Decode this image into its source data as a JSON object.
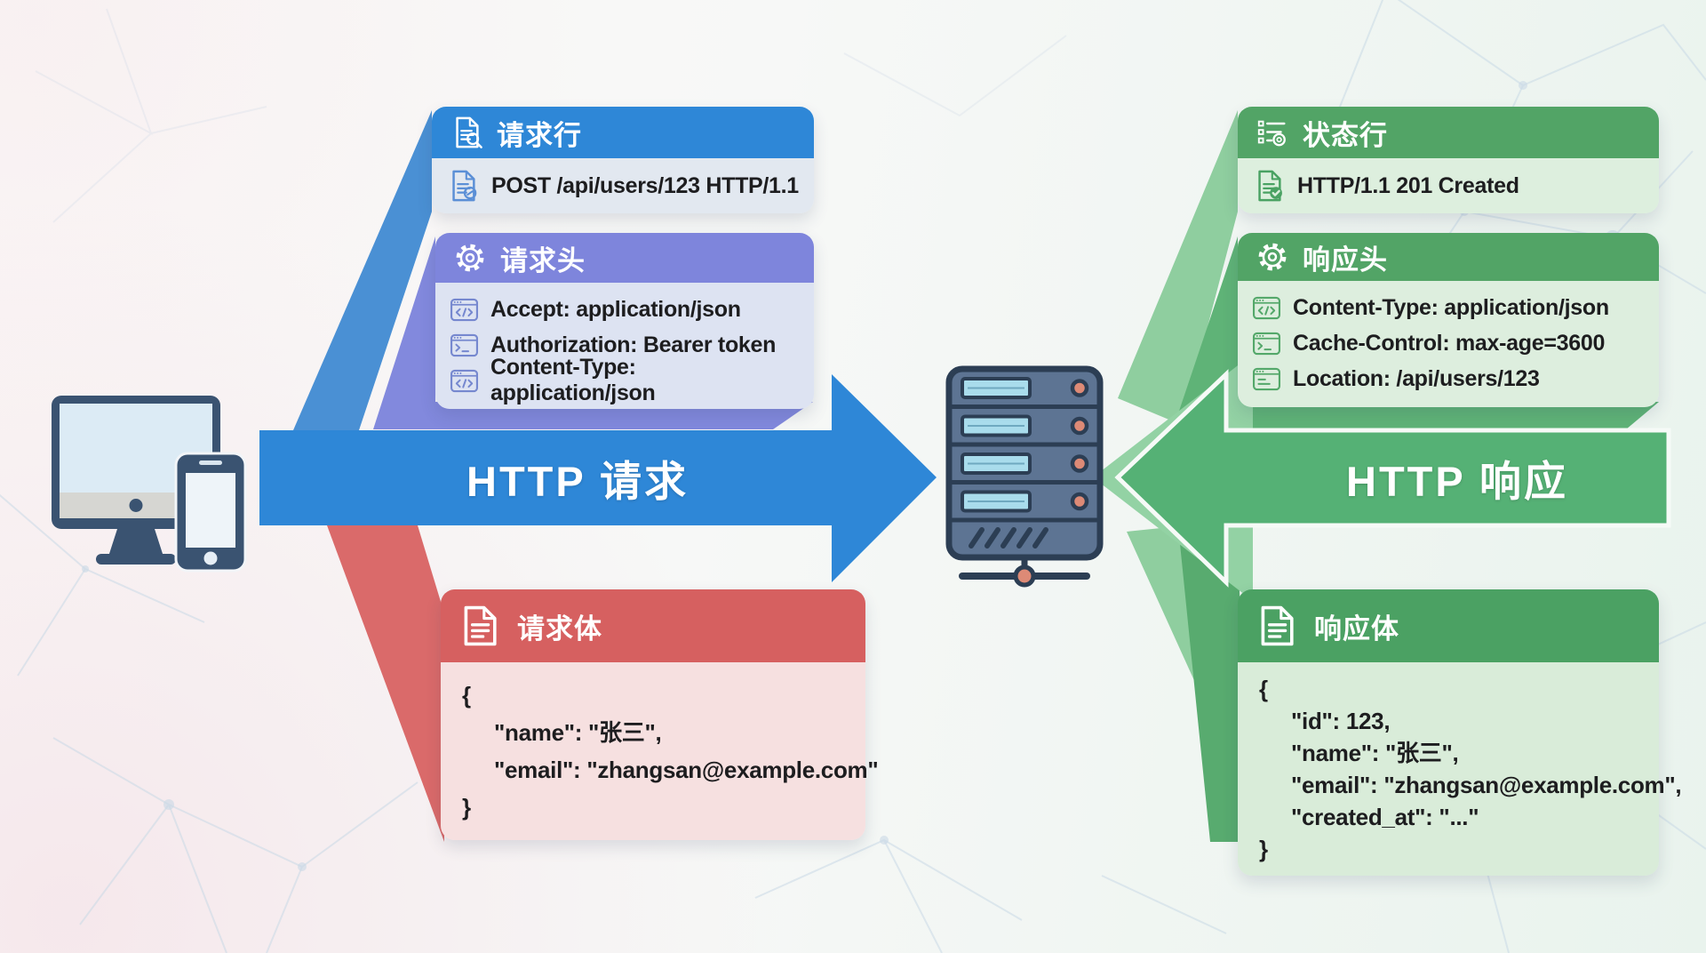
{
  "request": {
    "arrow_label": "HTTP 请求",
    "line": {
      "title": "请求行",
      "value": "POST /api/users/123 HTTP/1.1"
    },
    "headers": {
      "title": "请求头",
      "items": [
        {
          "icon": "window-code-icon",
          "text": "Accept: application/json"
        },
        {
          "icon": "window-terminal-icon",
          "text": "Authorization: Bearer token"
        },
        {
          "icon": "window-code-icon",
          "text": "Content-Type: application/json"
        }
      ]
    },
    "body": {
      "title": "请求体",
      "lines": [
        "{",
        "\"name\": \"张三\",",
        "\"email\": \"zhangsan@example.com\"",
        "}"
      ]
    }
  },
  "response": {
    "arrow_label": "HTTP 响应",
    "status": {
      "title": "状态行",
      "value": "HTTP/1.1 201 Created"
    },
    "headers": {
      "title": "响应头",
      "items": [
        {
          "icon": "window-code-icon",
          "text": "Content-Type: application/json"
        },
        {
          "icon": "window-terminal-icon",
          "text": "Cache-Control: max-age=3600"
        },
        {
          "icon": "window-lines-icon",
          "text": "Location: /api/users/123"
        }
      ]
    },
    "body": {
      "title": "响应体",
      "lines": [
        "{",
        "\"id\": 123,",
        "\"name\": \"张三\",",
        "\"email\": \"zhangsan@example.com\",",
        "\"created_at\": \"...\"",
        "}"
      ]
    }
  },
  "colors": {
    "request_blue": "#2e87d7",
    "request_headers_purple": "#7e85dc",
    "request_body_red": "#d66060",
    "response_green": "#52a466",
    "response_arrow_green": "#55b175"
  }
}
